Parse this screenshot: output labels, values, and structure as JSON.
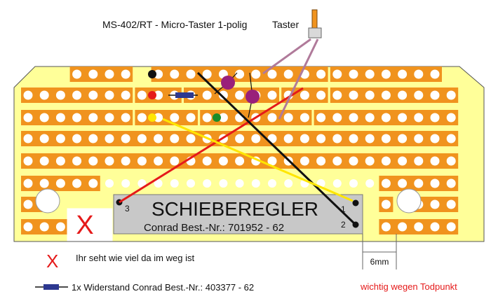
{
  "labels": {
    "switch_model": "MS-402/RT - Micro-Taster 1-polig",
    "switch_name": "Taster",
    "slider_title": "SCHIEBEREGLER",
    "slider_order": "Conrad Best.-Nr.: 701952 - 62",
    "pin_1": "1",
    "pin_2": "2",
    "pin_3": "3",
    "legend_x_mark": "X",
    "legend_x_text": "Ihr seht wie viel da im weg ist",
    "legend_resistor_text": "1x Widerstand Conrad Best.-Nr.: 403377 - 62",
    "dimension": "6mm",
    "note": "wichtig wegen Todpunkt"
  },
  "colors": {
    "board": "#ffff99",
    "strip": "#f0931e",
    "hole": "#ffffff",
    "wire_red": "#e51a1a",
    "wire_black": "#111111",
    "wire_yellow": "#ffe600",
    "wire_brown": "#b07a9a",
    "capacitor": "#99207a",
    "resistor": "#2d3890",
    "slider_plate": "#c8c8c8",
    "mark_red": "#e51a1a",
    "note_red": "#e51a1a"
  }
}
